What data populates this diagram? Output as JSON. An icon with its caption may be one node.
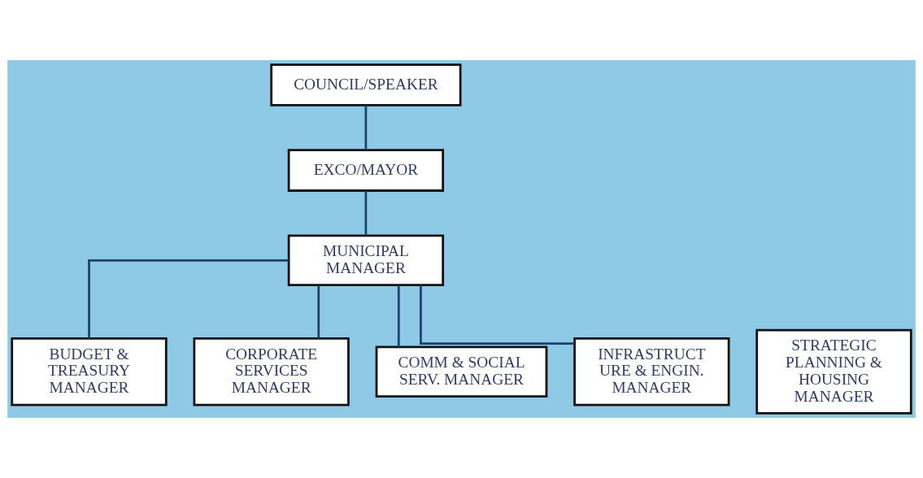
{
  "diagram": {
    "nodes": [
      {
        "text": [
          "COUNCIL/SPEAKER"
        ]
      },
      {
        "text": [
          "EXCO/MAYOR"
        ]
      },
      {
        "text": [
          "MUNICIPAL MANAGER"
        ]
      },
      {
        "text": [
          "BUDGET & TREASURY MANAGER"
        ]
      },
      {
        "text": [
          "CORPORATE SERVICES MANAGER"
        ]
      },
      {
        "text": [
          "COMM & SOCIAL SERV. MANAGER"
        ]
      },
      {
        "text": [
          "INFRASTRUCT URE & ENGIN. MANAGER"
        ]
      },
      {
        "text": [
          "STRATEGIC PLANNING & HOUSING MANAGER"
        ]
      }
    ],
    "edges": [
      {
        "from": 0,
        "to": 1,
        "arrow": "none"
      },
      {
        "from": 1,
        "to": 2,
        "arrow": "none"
      },
      {
        "from": 2,
        "to": 3,
        "arrow": "none"
      },
      {
        "from": 2,
        "to": 4,
        "arrow": "none"
      },
      {
        "from": 2,
        "to": 5,
        "arrow": "none"
      },
      {
        "from": 2,
        "to": 6,
        "arrow": "none"
      }
    ]
  }
}
